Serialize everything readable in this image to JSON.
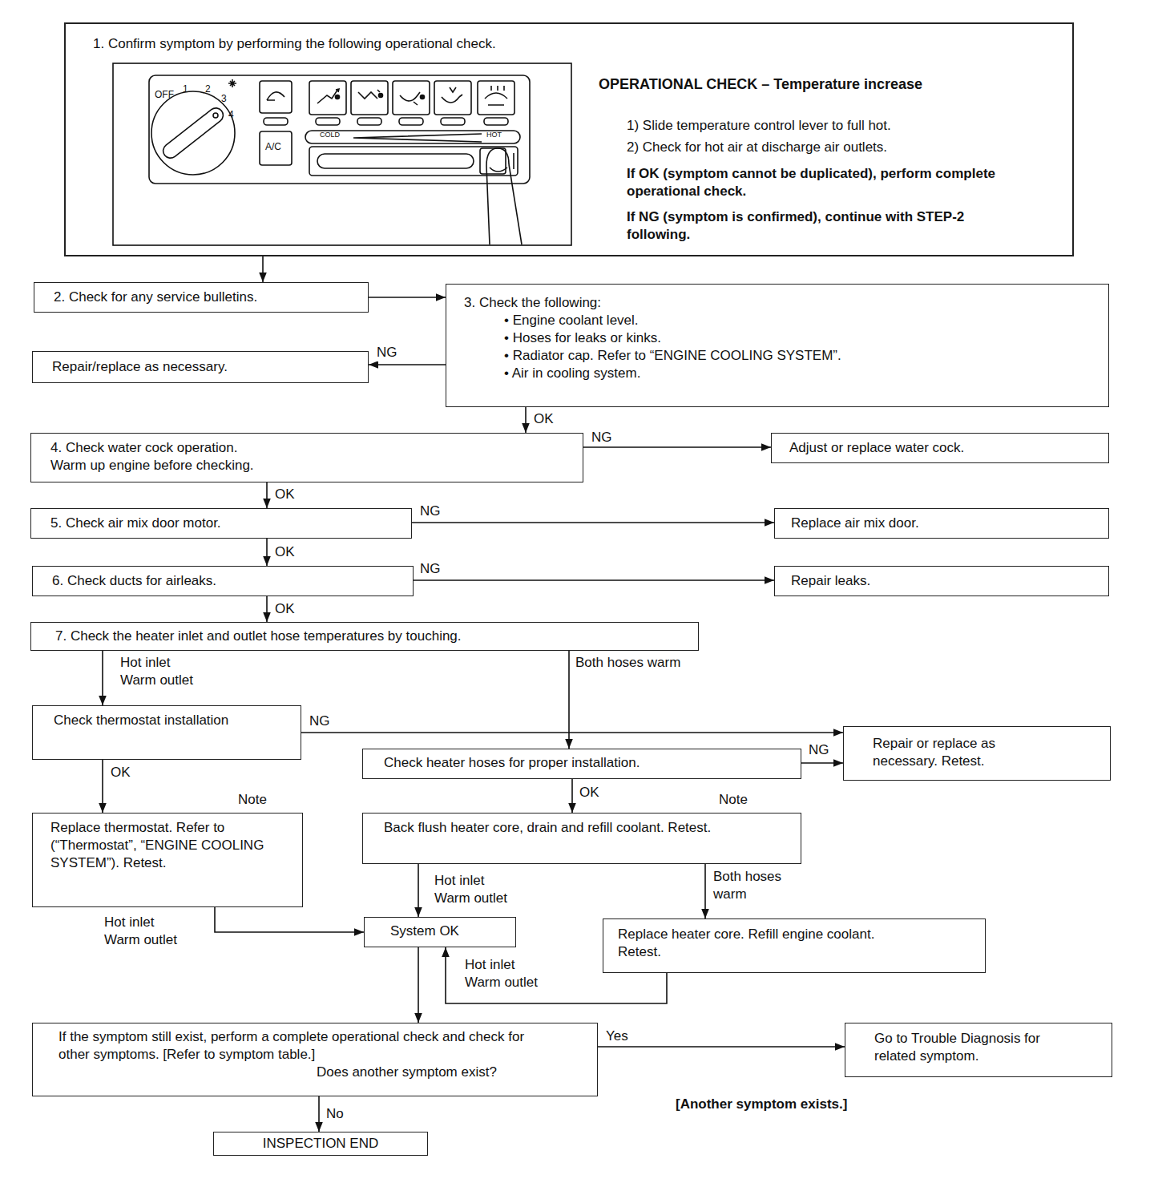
{
  "diagram": {
    "nodes": [
      {
        "text": [
          "1. Confirm symptom by performing the following operational check.",
          "OPERATIONAL CHECK – Temperature increase",
          "1) Slide temperature control lever to full hot.",
          "2) Check for hot air at discharge air outlets.",
          "If OK (symptom cannot be duplicated), perform complete operational check.",
          "If NG (symptom is confirmed), continue with STEP-2 following."
        ]
      },
      {
        "text": [
          "2. Check for any service bulletins."
        ]
      },
      {
        "text": [
          "3. Check the following:",
          "• Engine coolant level.",
          "• Hoses for leaks or kinks.",
          "• Radiator cap. Refer to “ENGINE COOLING SYSTEM”.",
          "• Air in cooling system."
        ]
      },
      {
        "text": [
          "Repair/replace as necessary."
        ]
      },
      {
        "text": [
          "4. Check water cock operation. Warm up engine before checking."
        ]
      },
      {
        "text": [
          "Adjust or replace water cock."
        ]
      },
      {
        "text": [
          "5. Check air mix door motor."
        ]
      },
      {
        "text": [
          "Replace air mix door."
        ]
      },
      {
        "text": [
          "6. Check ducts for airleaks."
        ]
      },
      {
        "text": [
          "Repair leaks."
        ]
      },
      {
        "text": [
          "7. Check the heater inlet and outlet hose temperatures by touching."
        ]
      },
      {
        "text": [
          "Check thermostat installation"
        ]
      },
      {
        "text": [
          "Repair or replace as necessary. Retest."
        ]
      },
      {
        "text": [
          "Check heater hoses for proper installation."
        ]
      },
      {
        "text": [
          "Note",
          "Replace thermostat. Refer to (“Thermostat”, “ENGINE COOLING SYSTEM”). Retest."
        ]
      },
      {
        "text": [
          "Note",
          "Back flush heater core, drain and refill coolant. Retest."
        ]
      },
      {
        "text": [
          "System OK"
        ]
      },
      {
        "text": [
          "Replace heater core. Refill engine coolant. Retest."
        ]
      },
      {
        "text": [
          "If the symptom still exist, perform a complete operational check and check for other symptoms. [Refer to symptom table.]",
          "Does another symptom exist?"
        ]
      },
      {
        "text": [
          "Go to Trouble Diagnosis for related symptom."
        ]
      },
      {
        "text": [
          "INSPECTION END"
        ]
      }
    ],
    "edges": [
      {
        "from": 0,
        "to": 1,
        "arrow": "to"
      },
      {
        "from": 1,
        "to": 2,
        "arrow": "to"
      },
      {
        "from": 2,
        "to": 3,
        "label": "NG",
        "arrow": "to"
      },
      {
        "from": 2,
        "to": 4,
        "label": "OK",
        "arrow": "to"
      },
      {
        "from": 4,
        "to": 5,
        "label": "NG",
        "arrow": "to"
      },
      {
        "from": 4,
        "to": 6,
        "label": "OK",
        "arrow": "to"
      },
      {
        "from": 6,
        "to": 7,
        "label": "NG",
        "arrow": "to"
      },
      {
        "from": 6,
        "to": 8,
        "label": "OK",
        "arrow": "to"
      },
      {
        "from": 8,
        "to": 9,
        "label": "NG",
        "arrow": "to"
      },
      {
        "from": 8,
        "to": 10,
        "label": "OK",
        "arrow": "to"
      },
      {
        "from": 10,
        "to": 11,
        "label": "Hot inlet Warm outlet",
        "arrow": "to"
      },
      {
        "from": 10,
        "to": 13,
        "label": "Both hoses warm",
        "arrow": "to"
      },
      {
        "from": 11,
        "to": 12,
        "label": "NG",
        "arrow": "to"
      },
      {
        "from": 13,
        "to": 12,
        "label": "NG",
        "arrow": "to"
      },
      {
        "from": 11,
        "to": 14,
        "label": "OK",
        "arrow": "to"
      },
      {
        "from": 13,
        "to": 15,
        "label": "OK",
        "arrow": "to"
      },
      {
        "from": 14,
        "to": 16,
        "label": "Hot inlet Warm outlet",
        "arrow": "to"
      },
      {
        "from": 15,
        "to": 16,
        "label": "Hot inlet Warm outlet",
        "arrow": "to"
      },
      {
        "from": 15,
        "to": 17,
        "label": "Both hoses warm",
        "arrow": "to"
      },
      {
        "from": 17,
        "to": 16,
        "label": "Hot inlet Warm outlet",
        "arrow": "to"
      },
      {
        "from": 16,
        "to": 18,
        "arrow": "to"
      },
      {
        "from": 18,
        "to": 19,
        "label": "Yes",
        "arrow": "to"
      },
      {
        "from": 18,
        "to": 20,
        "label": "No",
        "arrow": "to"
      }
    ],
    "labels": [
      "OFF",
      "1",
      "2",
      "3",
      "4",
      "A/C",
      "COLD",
      "HOT",
      "[Another symptom exists.]"
    ]
  }
}
